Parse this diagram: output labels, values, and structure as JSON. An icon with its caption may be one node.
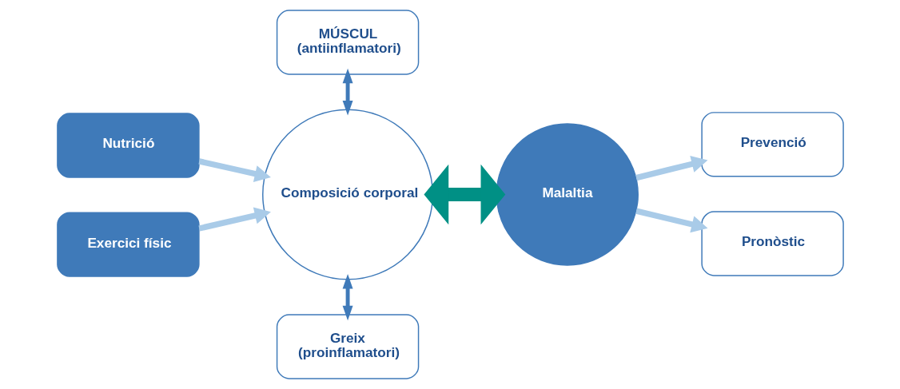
{
  "diagram": {
    "nodes": [
      {
        "text": [
          "MÚSCUL",
          "(antiinflamatori)"
        ]
      },
      {
        "text": [
          "Nutrició"
        ]
      },
      {
        "text": [
          "Exercici físic"
        ]
      },
      {
        "text": [
          "Composició corporal"
        ]
      },
      {
        "text": [
          "Greix",
          "(proinflamatori)"
        ]
      },
      {
        "text": [
          "Malaltia"
        ]
      },
      {
        "text": [
          "Prevenció"
        ]
      },
      {
        "text": [
          "Pronòstic"
        ]
      }
    ],
    "edges": [
      {
        "from": 1,
        "to": 3,
        "arrow": "to"
      },
      {
        "from": 2,
        "to": 3,
        "arrow": "to"
      },
      {
        "from": 0,
        "to": 3,
        "arrow": "both",
        "color": "#3f7ab9"
      },
      {
        "from": 3,
        "to": 4,
        "arrow": "both",
        "color": "#3f7ab9"
      },
      {
        "from": 3,
        "to": 5,
        "arrow": "both",
        "style": "thick",
        "color": "#009085"
      },
      {
        "from": 5,
        "to": 6,
        "arrow": "to"
      },
      {
        "from": 5,
        "to": 7,
        "arrow": "to"
      }
    ]
  }
}
